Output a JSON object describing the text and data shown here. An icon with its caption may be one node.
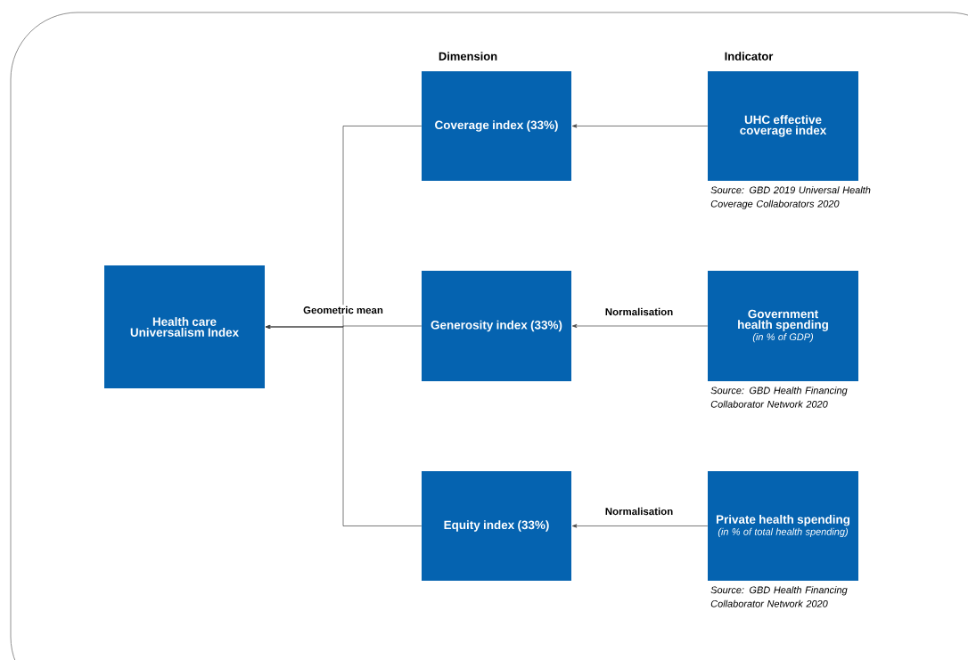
{
  "diagram": {
    "nodes": [
      {
        "text": [
          "Health care Universalism Index"
        ]
      },
      {
        "text": [
          "Coverage index (33%)"
        ]
      },
      {
        "text": [
          "Generosity index (33%)"
        ]
      },
      {
        "text": [
          "Equity index (33%)"
        ]
      },
      {
        "text": [
          "UHC effective coverage index"
        ],
        "beside": [
          "Source: GBD 2019 Universal Health Coverage Collaborators 2020"
        ]
      },
      {
        "text": [
          "Government health spending",
          "(in % of GDP)"
        ],
        "beside": [
          "Source: GBD Health Financing Collaborator Network 2020"
        ]
      },
      {
        "text": [
          "Private health spending",
          "(in % of total health spending)"
        ],
        "beside": [
          "Source: GBD Health Financing Collaborator Network 2020"
        ]
      }
    ],
    "edges": [
      {
        "from": 4,
        "to": 1,
        "arrow": "to"
      },
      {
        "from": 5,
        "to": 2,
        "arrow": "to",
        "label": "Normalisation"
      },
      {
        "from": 6,
        "to": 3,
        "arrow": "to",
        "label": "Normalisation"
      },
      {
        "from": 1,
        "to": 0,
        "arrow": "to"
      },
      {
        "from": 2,
        "to": 0,
        "arrow": "to",
        "label": "Geometric mean"
      },
      {
        "from": 3,
        "to": 0,
        "arrow": "to"
      }
    ],
    "labels": [
      "Dimension",
      "Indicator"
    ]
  }
}
